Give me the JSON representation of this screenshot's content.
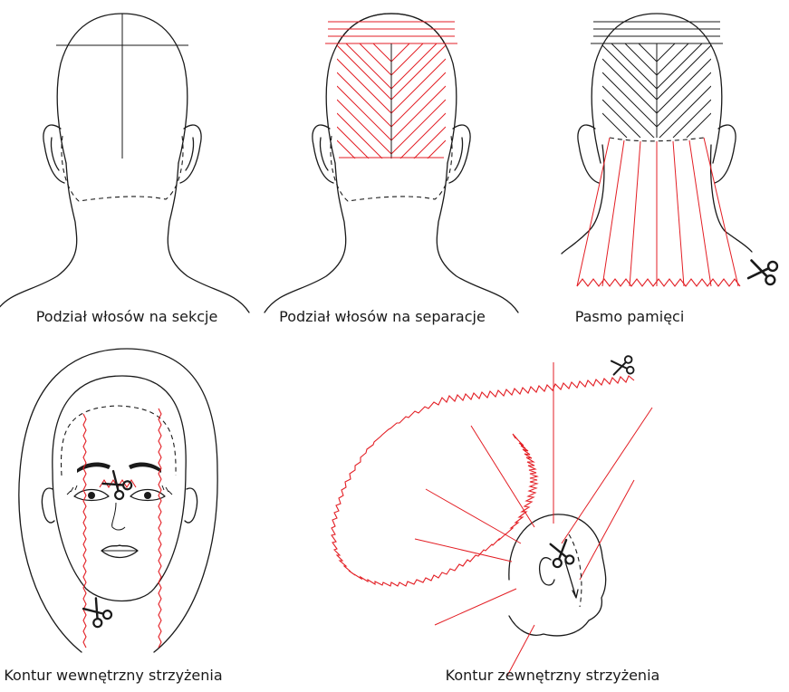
{
  "captions": {
    "sections": "Podział włosów na sekcje",
    "separations": "Podział włosów na separacje",
    "memory_strand": "Pasmo pamięci",
    "inner_contour": "Kontur wewnętrzny strzyżenia",
    "outer_contour": "Kontur zewnętrzny strzyżenia"
  },
  "colors": {
    "line": "#1a1a1a",
    "accent": "#e31e24",
    "background": "#ffffff"
  }
}
